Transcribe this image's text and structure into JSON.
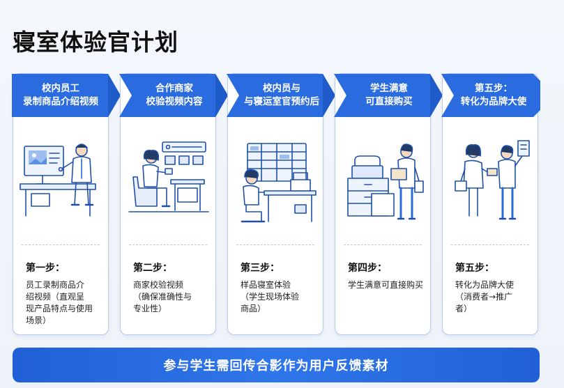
{
  "title": "寝室体验官计划",
  "steps": [
    {
      "banner_line1": "校内员工",
      "banner_line2": "录制商品介绍视频",
      "title": "第一步：",
      "desc": "员工录制商品介\n绍视频（直观呈\n现产品特点与使用\n场景）"
    },
    {
      "banner_line1": "合作商家",
      "banner_line2": "校验视频内容",
      "title": "第二步：",
      "desc": "商家校验视频\n（确保准确性与\n专业性）"
    },
    {
      "banner_line1": "校内员与",
      "banner_line2": "与寝运室官预约后",
      "title": "第三步：",
      "desc": "样品寝室体验\n（学生现场体验\n商品）"
    },
    {
      "banner_line1": "学生满意",
      "banner_line2": "可直接购买",
      "title": "第四步：",
      "desc": "学生满意可直接购买"
    },
    {
      "banner_line1": "第五步：",
      "banner_line2": "转化为品牌大使",
      "title": "第五步：",
      "desc": "转化为品牌大使\n（消费者→推广\n者）"
    }
  ],
  "footer": "参与学生需回传合影作为用户反馈素材",
  "colors": {
    "banner": "#2a6be0",
    "banner_dark": "#1f5cc9",
    "ink": "#1e4fa8",
    "card_border": "#b9cbe8"
  }
}
